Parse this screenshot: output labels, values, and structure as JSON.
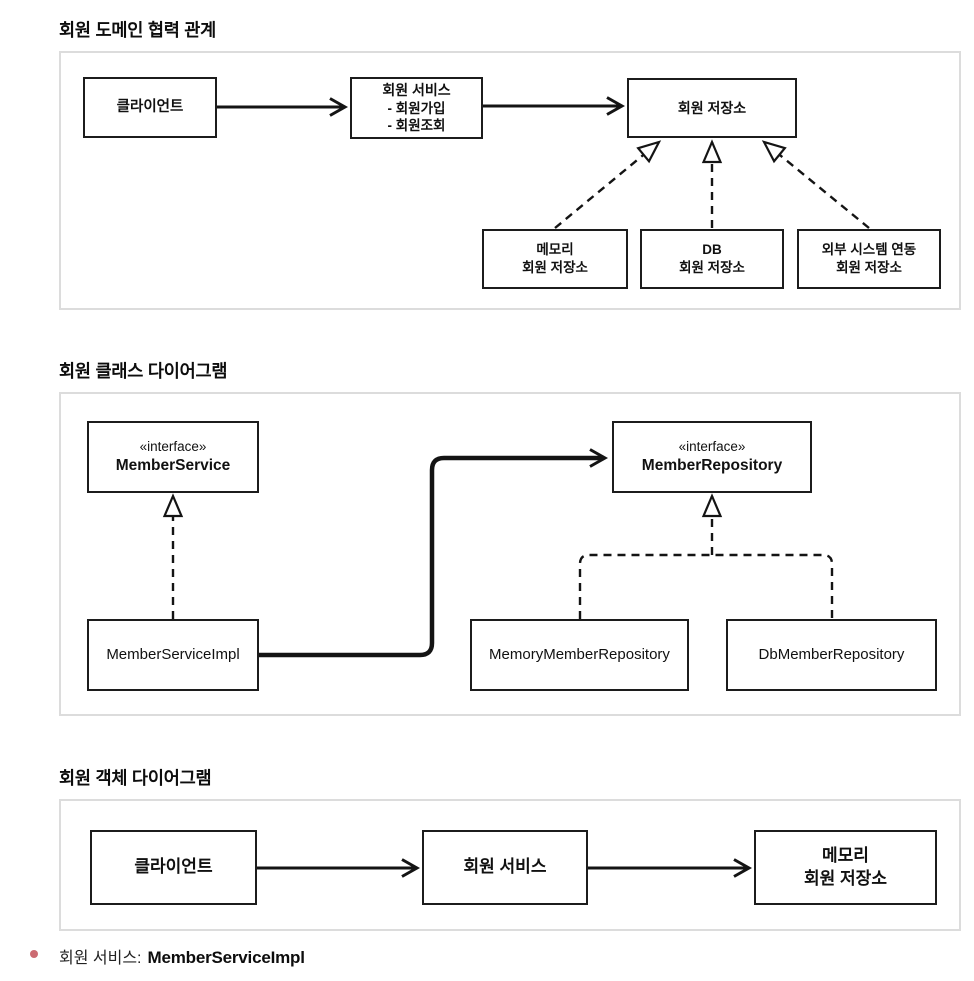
{
  "colors": {
    "bullet": "#cc6b72",
    "frame_border": "#dcdcdc",
    "box_border": "#1c1c1c",
    "line": "#141414",
    "background": "#ffffff"
  },
  "sections": {
    "collaboration": {
      "title": "회원 도메인 협력 관계",
      "client": "클라이언트",
      "service_title": "회원 서비스",
      "service_item1": "- 회원가입",
      "service_item2": "- 회원조회",
      "store": "회원 저장소",
      "memory_store": "메모리\n회원 저장소",
      "db_store": "DB\n회원 저장소",
      "external_store": "외부 시스템 연동\n회원 저장소"
    },
    "class_diagram": {
      "title": "회원 클래스 다이어그램",
      "service_stereotype": "«interface»",
      "service_name": "MemberService",
      "service_impl": "MemberServiceImpl",
      "repo_stereotype": "«interface»",
      "repo_name": "MemberRepository",
      "memory_repo": "MemoryMemberRepository",
      "db_repo": "DbMemberRepository"
    },
    "object_diagram": {
      "title": "회원 객체 다이어그램",
      "client": "클라이언트",
      "service": "회원 서비스",
      "memory_store": "메모리\n회원 저장소"
    }
  },
  "footnote": {
    "label": "회원 서비스:",
    "value": "MemberServiceImpl"
  }
}
